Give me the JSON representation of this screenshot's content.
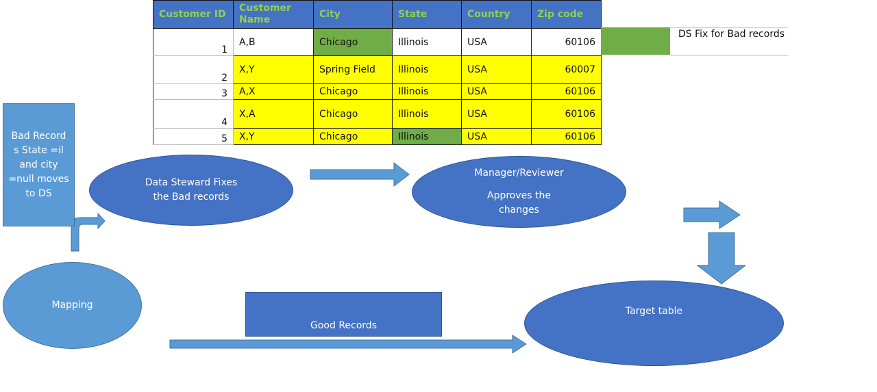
{
  "table": {
    "headers": [
      "Customer ID",
      "Customer Name",
      "City",
      "State",
      "Country",
      "Zip code"
    ],
    "rows": [
      {
        "id": "1",
        "name": "A,B",
        "city": "Chicago",
        "state": "Illinois",
        "country": "USA",
        "zip": "60106"
      },
      {
        "id": "2",
        "name": "X,Y",
        "city": "Spring Field",
        "state": "Illinois",
        "country": "USA",
        "zip": "60007"
      },
      {
        "id": "3",
        "name": "A,X",
        "city": "Chicago",
        "state": "Illinois",
        "country": "USA",
        "zip": "60106"
      },
      {
        "id": "4",
        "name": "X,A",
        "city": "Chicago",
        "state": "Illinois",
        "country": "USA",
        "zip": "60106"
      },
      {
        "id": "5",
        "name": "X,Y",
        "city": "Chicago",
        "state": "Illinois",
        "country": "USA",
        "zip": "60106"
      }
    ]
  },
  "legend": {
    "label": "DS Fix for Bad records",
    "color": "#70ad47"
  },
  "nodes": {
    "bad_records": "Bad Record s State =il and city =null moves to DS",
    "data_steward": "Data Steward Fixes the Bad records",
    "manager_title": "Manager/Reviewer",
    "manager_sub": "Approves the changes",
    "mapping": "Mapping",
    "good_records": "Good Records",
    "target": "Target table"
  },
  "colors": {
    "light_blue": "#5b9bd5",
    "dark_blue": "#4472c4",
    "highlight": "#ffff00",
    "fixed": "#70ad47"
  }
}
